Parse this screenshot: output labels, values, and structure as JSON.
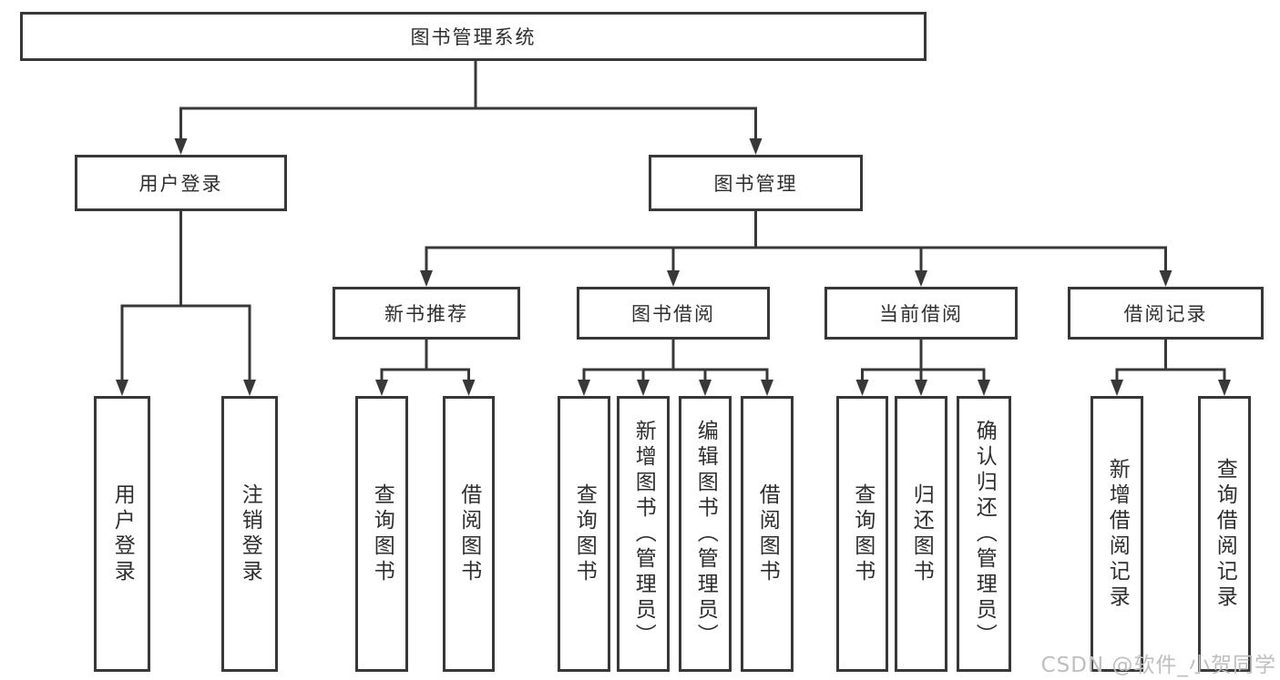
{
  "colors": {
    "line": "#383838",
    "box_border": "#383838",
    "box_fill": "#ffffff",
    "text": "#2e2e2e",
    "watermark": "#bfbfbf"
  },
  "diagram": {
    "type": "hierarchy-tree",
    "root": {
      "label": "图书管理系统"
    },
    "branches": [
      {
        "label": "用户登录",
        "children": [
          {
            "label": "用户登录"
          },
          {
            "label": "注销登录"
          }
        ]
      },
      {
        "label": "图书管理",
        "children": [
          {
            "label": "新书推荐",
            "children": [
              {
                "label": "查询图书"
              },
              {
                "label": "借阅图书"
              }
            ]
          },
          {
            "label": "图书借阅",
            "children": [
              {
                "label": "查询图书"
              },
              {
                "label": "新增图书（管理员）"
              },
              {
                "label": "编辑图书（管理员）"
              },
              {
                "label": "借阅图书"
              }
            ]
          },
          {
            "label": "当前借阅",
            "children": [
              {
                "label": "查询图书"
              },
              {
                "label": "归还图书"
              },
              {
                "label": "确认归还（管理员）"
              }
            ]
          },
          {
            "label": "借阅记录",
            "children": [
              {
                "label": "新增借阅记录"
              },
              {
                "label": "查询借阅记录"
              }
            ]
          }
        ]
      }
    ]
  },
  "watermark": {
    "text": "CSDN @软件_小贺同学"
  }
}
